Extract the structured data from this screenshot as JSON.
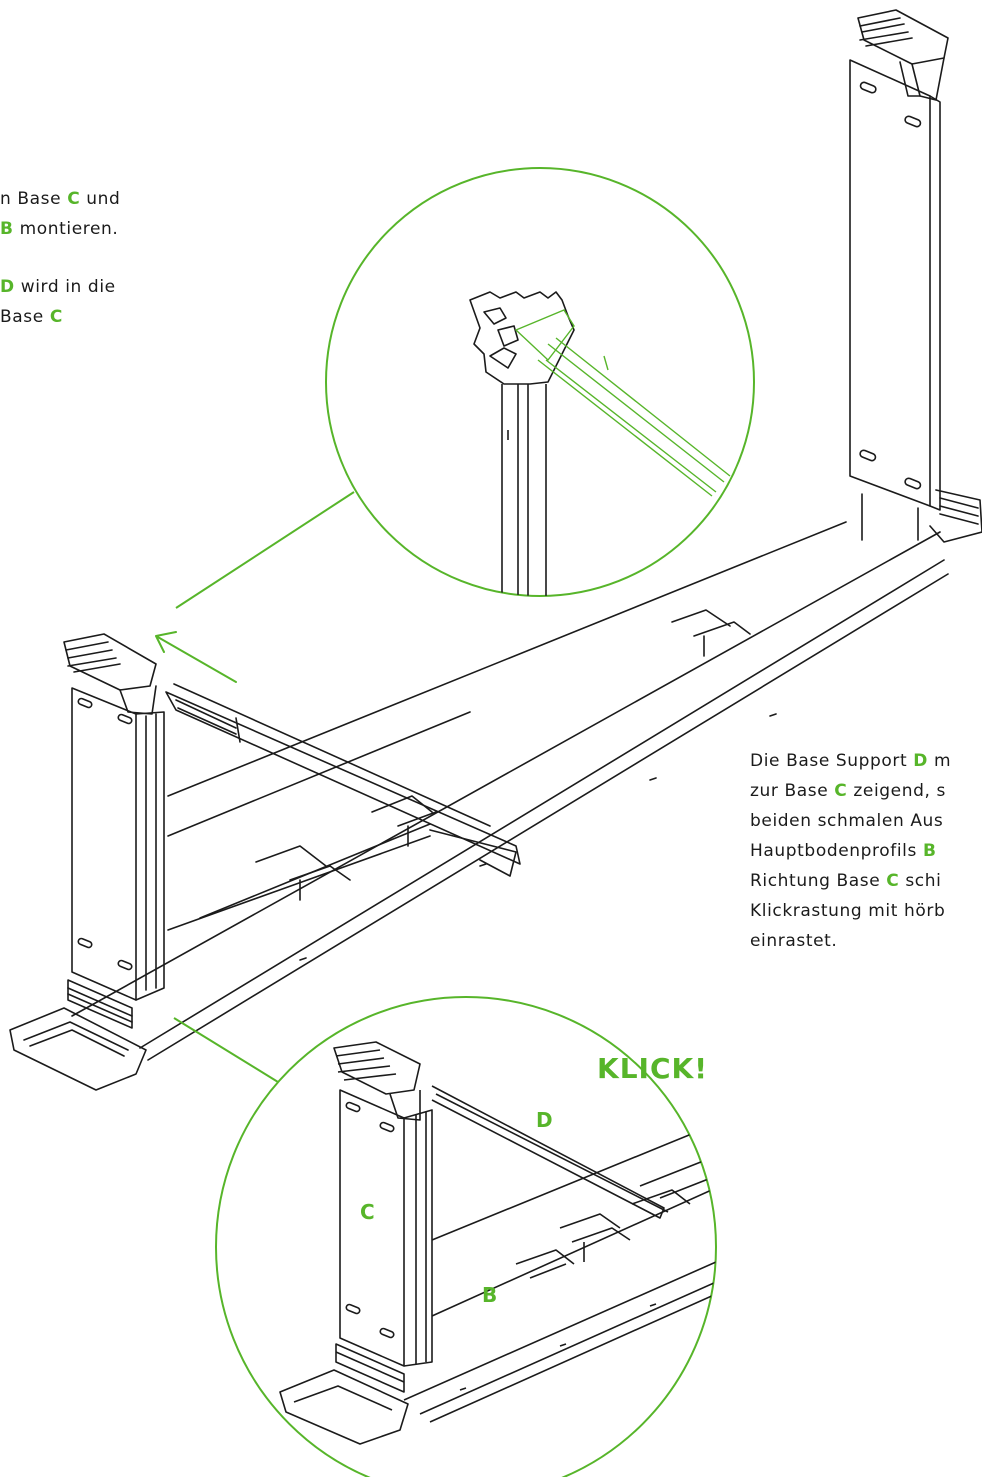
{
  "accent_color": "#57b52a",
  "line_color": "#1b1b1b",
  "text_top_left": {
    "line1": {
      "pre": "n Base ",
      "k1": "C",
      "post": " und"
    },
    "line2": {
      "k1": "B",
      "post": " montieren."
    },
    "line3": {
      "k1": "D",
      "post": " wird in die"
    },
    "line4": {
      "pre": " Base ",
      "k1": "C"
    }
  },
  "text_right": {
    "line1": {
      "pre": "Die Base Support ",
      "k1": "D",
      "post": " m"
    },
    "line2": {
      "pre": "zur Base ",
      "k1": "C",
      "post": " zeigend, s"
    },
    "line3": {
      "pre": "beiden schmalen Aus"
    },
    "line4": {
      "pre": "Hauptbodenprofils ",
      "k1": "B"
    },
    "line5": {
      "pre": "Richtung Base ",
      "k1": "C",
      "post": " schi"
    },
    "line6": {
      "pre": "Klickrastung mit hörb"
    },
    "line7": {
      "pre": "einrastet."
    }
  },
  "detail_labels": {
    "klick": "KLICK!",
    "c": "C",
    "d": "D",
    "b": "B"
  }
}
